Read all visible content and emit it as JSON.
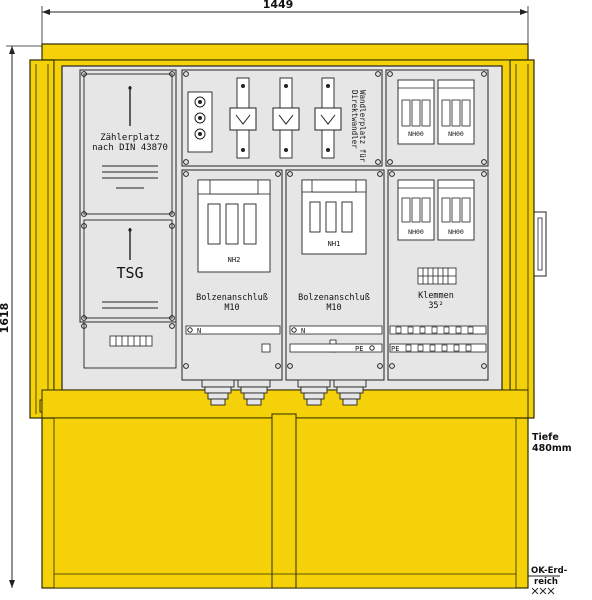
{
  "dimensions": {
    "width": "1449",
    "height": "1618"
  },
  "meter_panel": {
    "meter_title_line1": "Zählerplatz",
    "meter_title_line2": "nach DIN 43870",
    "tsg": "TSG"
  },
  "fuse_base_labels": {
    "nh2": "NH2",
    "nh1": "NH1",
    "nh00": "NH00"
  },
  "converter_label_line1": "Wandlerplatz für",
  "converter_label_line2": "Direktwandler",
  "bolt_connection": {
    "line1": "Bolzenanschluß",
    "line2": "M10"
  },
  "terminals": {
    "line1": "Klemmen",
    "line2": "35²"
  },
  "rail_labels": {
    "n": "N",
    "pe": "PE"
  },
  "depth": {
    "line1": "Tiefe",
    "line2": "480mm"
  },
  "ground": {
    "line1": "OK-Erd-",
    "line2": "reich"
  },
  "colors": {
    "housing": "#F5D10A",
    "housing_edge": "#2a2a00",
    "panel": "#E6E6E6",
    "mount": "#C8C8C8",
    "line": "#222222"
  }
}
